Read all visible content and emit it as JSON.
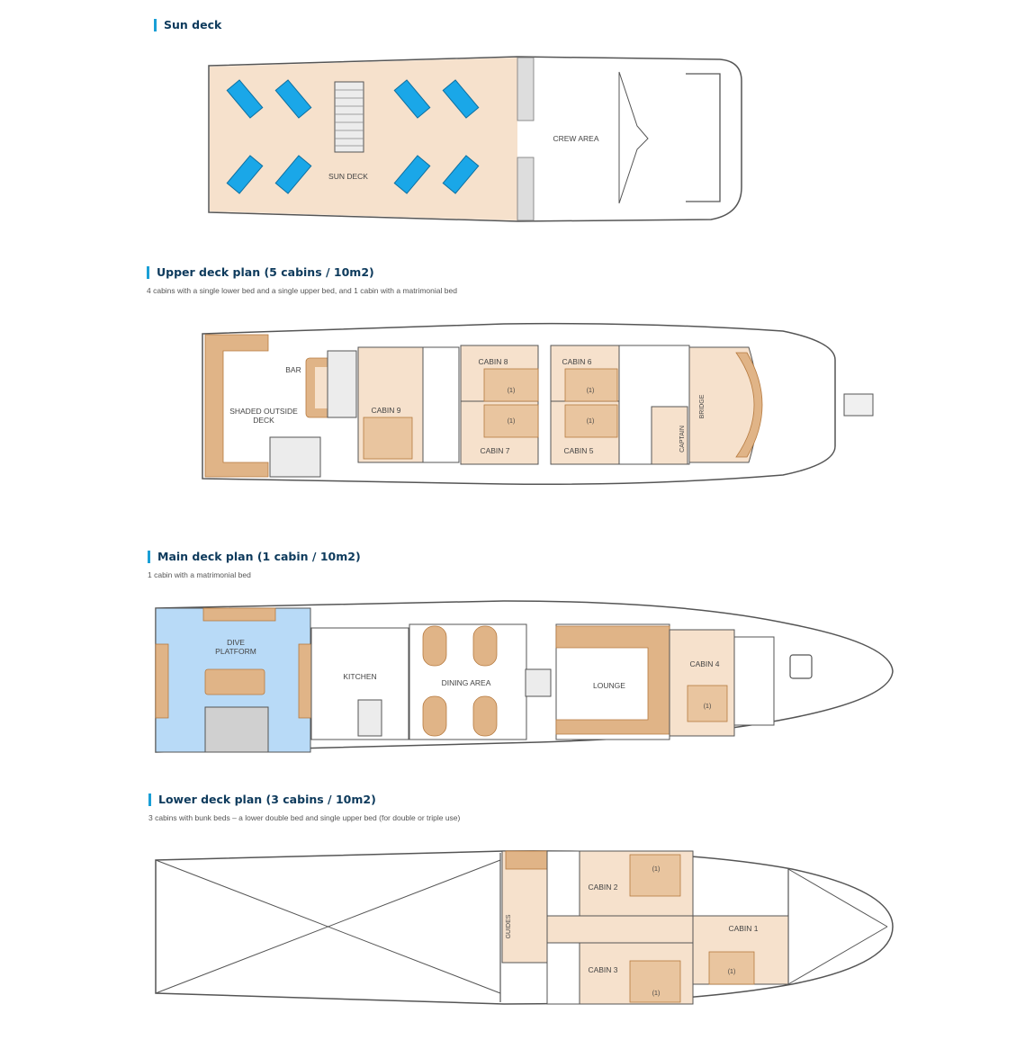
{
  "sun_deck": {
    "heading": "Sun deck",
    "labels": {
      "sun_deck": "SUN DECK",
      "crew_area": "CREW AREA"
    }
  },
  "upper_deck": {
    "heading": "Upper deck plan (5 cabins / 10m2)",
    "description": "4 cabins with a single lower bed and a single upper bed, and 1 cabin with a matrimonial bed",
    "labels": {
      "bar": "BAR",
      "shaded_outside_deck_1": "SHADED OUTSIDE",
      "shaded_outside_deck_2": "DECK",
      "cabin9": "CABIN 9",
      "cabin8": "CABIN 8",
      "cabin6": "CABIN 6",
      "cabin7": "CABIN 7",
      "cabin5": "CABIN 5",
      "captain": "CAPTAIN",
      "bridge": "BRIDGE"
    }
  },
  "main_deck": {
    "heading": "Main deck plan (1 cabin / 10m2)",
    "description": "1 cabin with a matrimonial bed",
    "labels": {
      "dive_platform_1": "DIVE",
      "dive_platform_2": "PLATFORM",
      "kitchen": "KITCHEN",
      "dining_area": "DINING AREA",
      "lounge": "LOUNGE",
      "cabin4": "CABIN 4"
    }
  },
  "lower_deck": {
    "heading": "Lower deck plan (3 cabins / 10m2)",
    "description": "3 cabins with bunk beds – a lower double bed and single upper bed (for double or triple use)",
    "labels": {
      "cabin2": "CABIN 2",
      "cabin3": "CABIN 3",
      "cabin1": "CABIN 1",
      "guides": "GUIDES"
    }
  },
  "bed_marker": "(1)",
  "colors": {
    "deck": "#f6e1cc",
    "wood": "#e0b487",
    "wood_dark": "#b67a3f",
    "water": "#b8daf7",
    "lounger": "#1aa7e8",
    "outline": "#555555",
    "accent": "#1a9fd6"
  }
}
